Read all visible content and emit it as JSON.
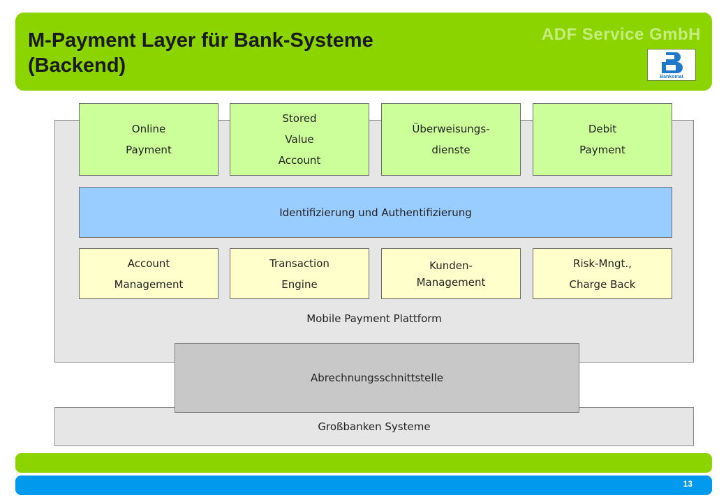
{
  "header": {
    "title_line1": "M-Payment Layer für Bank-Systeme",
    "title_line2": "(Backend)",
    "company": "ADF Service GmbH",
    "logo_text": "Bankomat"
  },
  "services": [
    "Online\nPayment",
    "Stored\nValue\nAccount",
    "Überweisungs-\ndienste",
    "Debit\nPayment"
  ],
  "identification": "Identifizierung und Authentifizierung",
  "modules": [
    "Account\nManagement",
    "Transaction\nEngine",
    "Kunden-\nManagement",
    "Risk-Mngt.,\nCharge Back"
  ],
  "platform_label": "Mobile Payment Plattform",
  "billing_interface": "Abrechnungsschnittstelle",
  "bank_systems": "Großbanken Systeme",
  "page_number": "13",
  "colors": {
    "brand_green": "#8cd400",
    "brand_blue": "#0099ee",
    "service_green": "#ccff99",
    "module_yellow": "#ffffcc",
    "identity_blue": "#99ccff"
  }
}
